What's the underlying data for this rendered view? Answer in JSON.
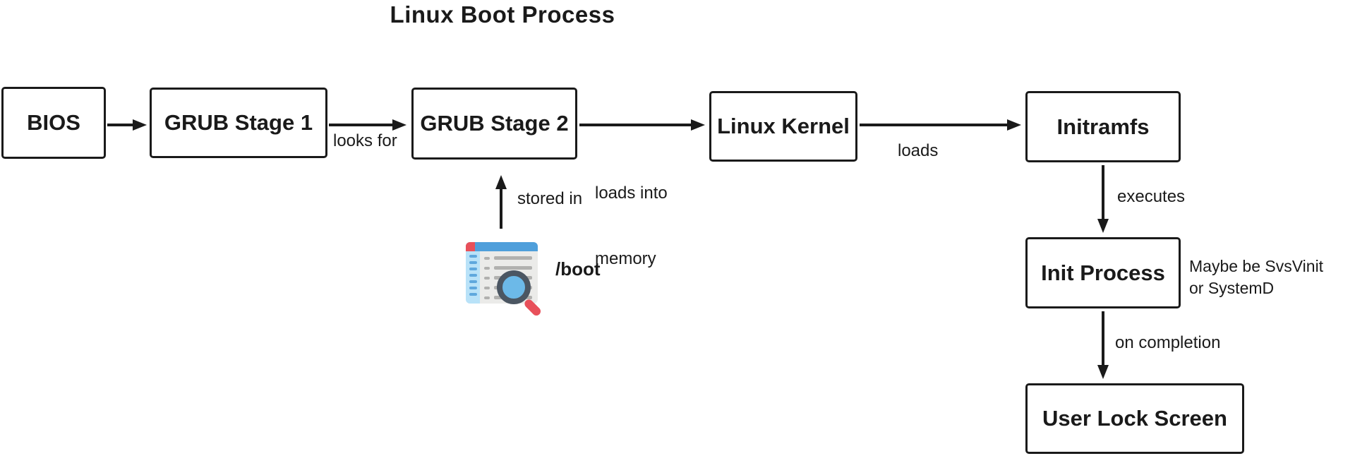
{
  "title": "Linux Boot Process",
  "nodes": [
    {
      "label": "BIOS"
    },
    {
      "label": "GRUB Stage 1"
    },
    {
      "label": "GRUB Stage 2"
    },
    {
      "label": "Linux Kernel"
    },
    {
      "label": "Initramfs"
    },
    {
      "label": "Init Process"
    },
    {
      "label": "User Lock Screen"
    }
  ],
  "edge_labels": {
    "looks_for": "looks for",
    "loads_into_line1": "loads into",
    "loads_into_line2": "memory",
    "loads": "loads",
    "executes": "executes",
    "stored_in": "stored in",
    "on_completion": "on completion"
  },
  "note": {
    "line1": "Maybe be SvsVinit",
    "line2": "or SystemD"
  },
  "boot_icon": {
    "label": "/boot",
    "icon": "document-search-icon"
  },
  "colors": {
    "line_black": "#1a1a1a",
    "icon_header_blue": "#4f9fdb",
    "icon_red": "#e8505a",
    "icon_sidebar_blue": "#b9e2f8",
    "icon_sidebar_dash_blue": "#5fa8dd",
    "icon_body_gray": "#ebebe9",
    "icon_text_gray": "#b1b1af",
    "icon_ring_dark": "#4b5662",
    "icon_lens_blue": "#6cb9e8"
  }
}
